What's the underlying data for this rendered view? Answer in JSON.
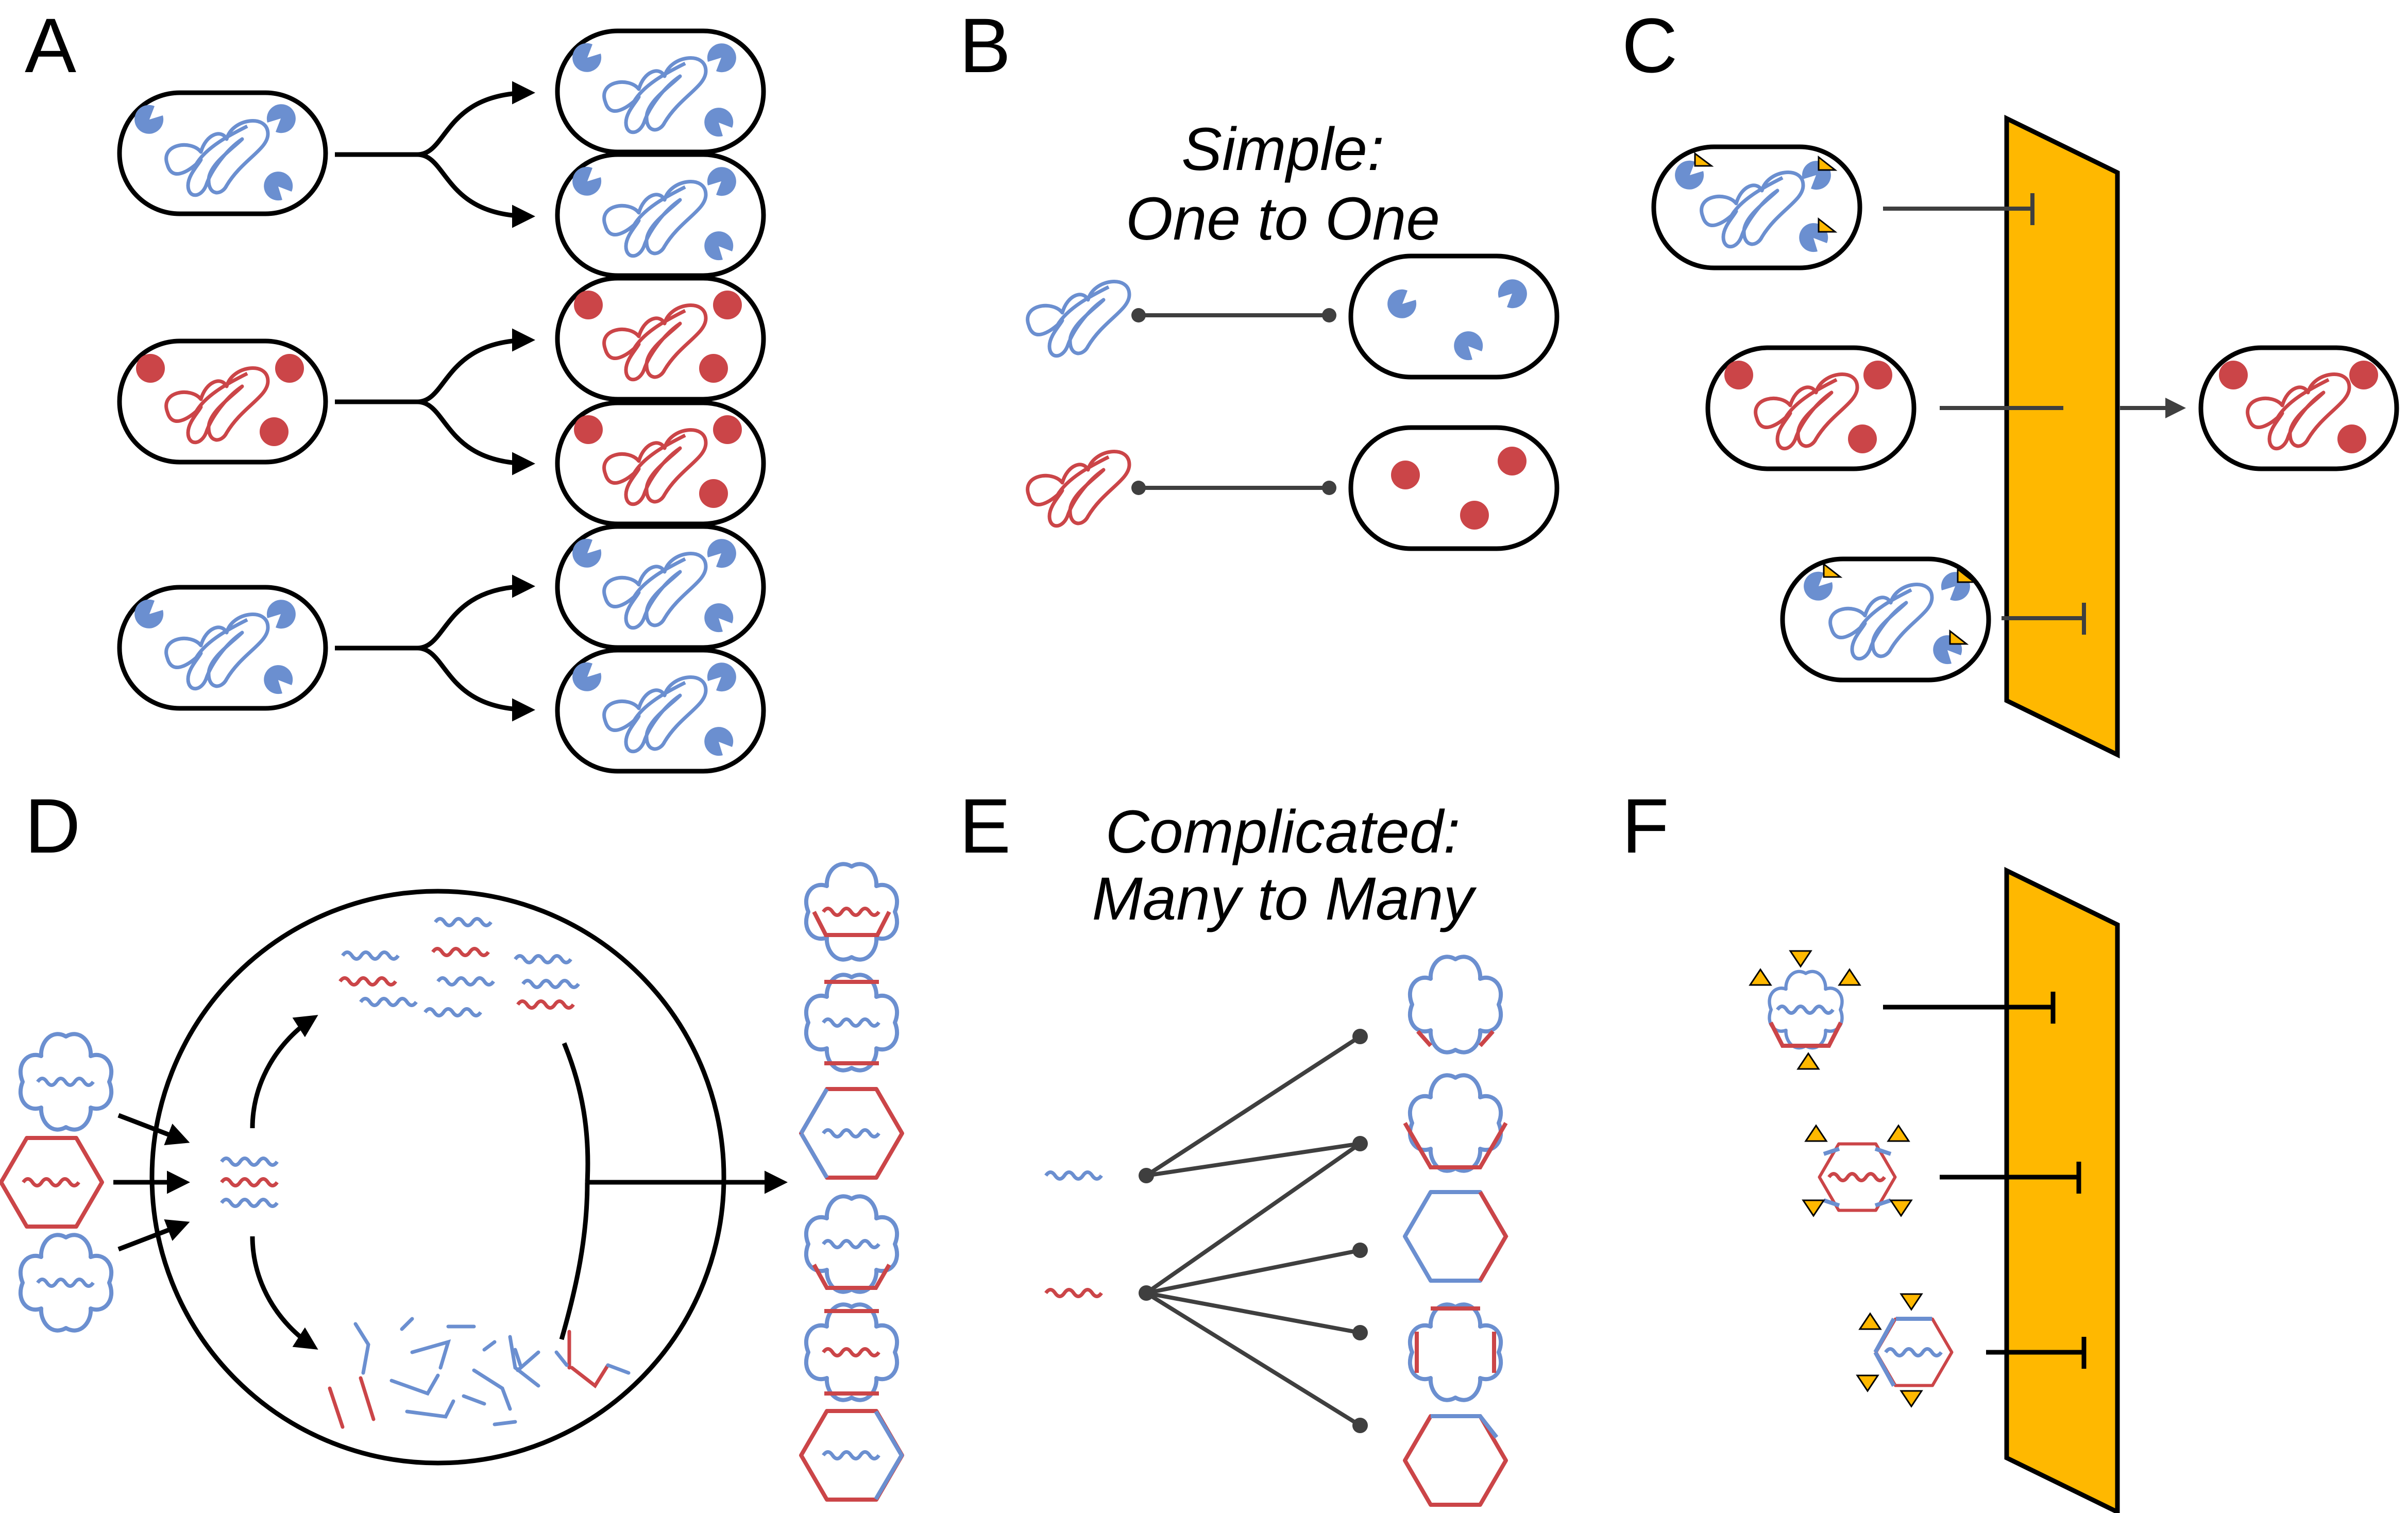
{
  "panels": {
    "a": "A",
    "b": "B",
    "c": "C",
    "d": "D",
    "e": "E",
    "f": "F"
  },
  "captions": {
    "simple_line1": "Simple:",
    "simple_line2": "One to One",
    "complicated_line1": "Complicated:",
    "complicated_line2": "Many to Many"
  },
  "colors": {
    "blue": "#6B8FD0",
    "red": "#CB4548",
    "barrier": "#FFB800",
    "outline": "#000000"
  }
}
